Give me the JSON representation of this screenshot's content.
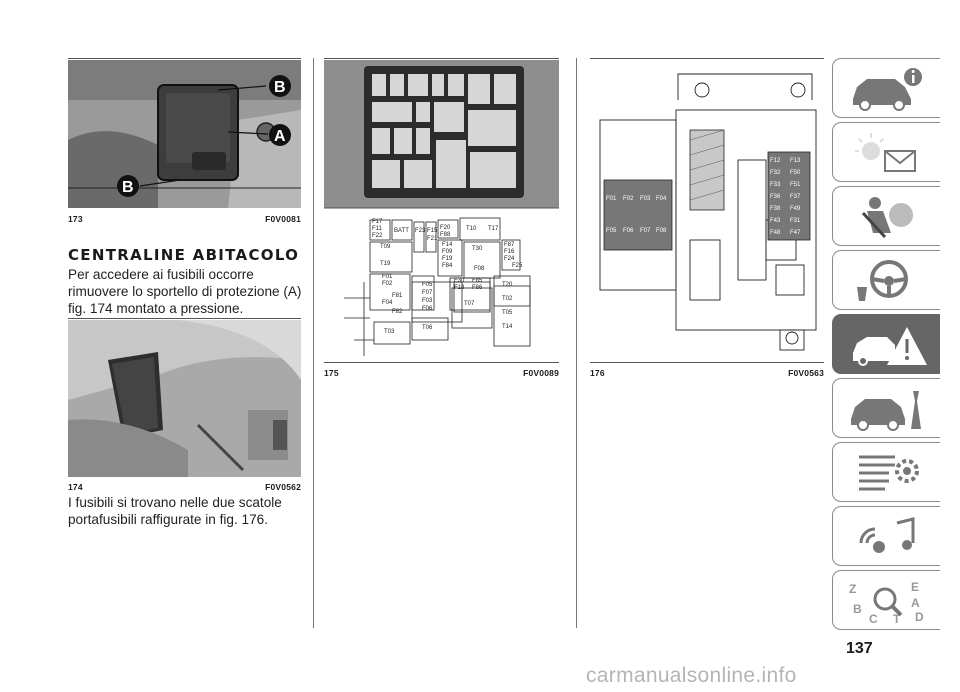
{
  "figures": {
    "fig173": {
      "number": "173",
      "code": "F0V0081",
      "callouts": [
        "B",
        "A",
        "B"
      ]
    },
    "fig174": {
      "number": "174",
      "code": "F0V0562"
    },
    "fig175": {
      "number": "175",
      "code": "F0V0089",
      "fuse_labels": [
        "F17",
        "F11",
        "F22",
        "BATT",
        "F23",
        "F15",
        "F21",
        "F20",
        "F88",
        "T10",
        "T17",
        "T09",
        "F14",
        "F09",
        "F19",
        "F84",
        "T30",
        "F87",
        "F16",
        "F24",
        "F25",
        "F08",
        "T19",
        "F01",
        "F02",
        "F81",
        "F04",
        "F82",
        "F05",
        "F07",
        "F03",
        "F06",
        "F30",
        "F18",
        "F85",
        "F86",
        "T07",
        "T20",
        "T02",
        "T05",
        "T14",
        "T03",
        "T06"
      ]
    },
    "fig176": {
      "number": "176",
      "code": "F0V0563",
      "fuse_grid": [
        [
          "F12",
          "F13"
        ],
        [
          "F32",
          "F50"
        ],
        [
          "F33",
          "F51"
        ],
        [
          "F36",
          "F37"
        ],
        [
          "F38",
          "F49"
        ],
        [
          "F43",
          "F31"
        ],
        [
          "F48",
          "F47"
        ]
      ],
      "column_labels": [
        "F01",
        "F02",
        "F03",
        "F04",
        "F05",
        "F06",
        "F07",
        "F08"
      ]
    }
  },
  "section": {
    "heading": "CENTRALINE ABITACOLO",
    "paragraph1": "Per accedere ai fusibili occorre rimuovere lo sportello di protezione (A) fig. 174 montato a pressione.",
    "paragraph2": "I fusibili si trovano nelle due scatole portafusibili raffigurate in fig. 176."
  },
  "tabs": [
    {
      "icon": "car-info-icon"
    },
    {
      "icon": "warning-lights-icon"
    },
    {
      "icon": "airbag-safety-icon"
    },
    {
      "icon": "steering-wheel-icon"
    },
    {
      "icon": "emergency-icon",
      "active": true
    },
    {
      "icon": "car-maintenance-icon"
    },
    {
      "icon": "technical-data-icon"
    },
    {
      "icon": "multimedia-icon"
    },
    {
      "icon": "index-icon"
    }
  ],
  "page_number": "137",
  "watermark": "carmanualsonline.info"
}
